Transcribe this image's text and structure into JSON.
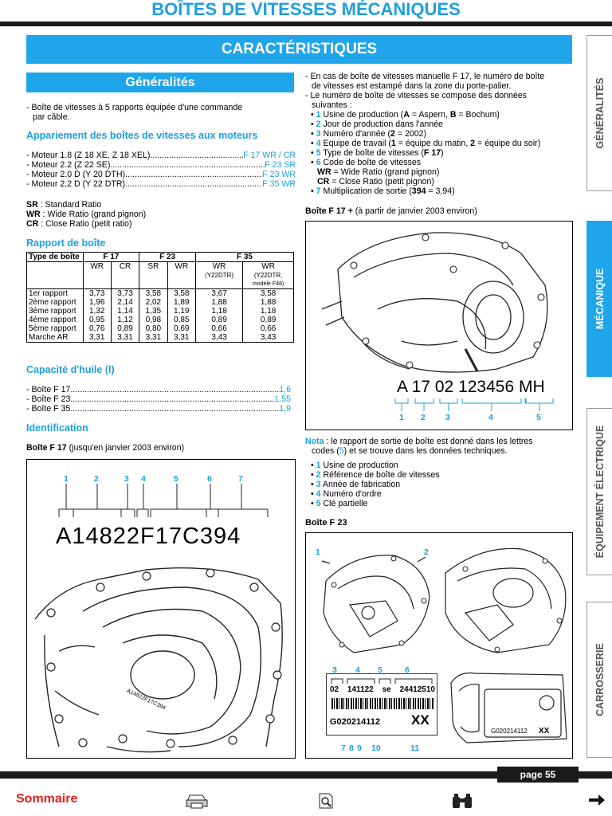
{
  "header": {
    "title": "BOÎTES DE VITESSES MÉCANIQUES",
    "banner": "CARACTÉRISTIQUES"
  },
  "left": {
    "generalites_title": "Généralités",
    "generalites_lines": [
      "- Boîte de vitesses à 5 rapports équipée d'une commande",
      "  par câble."
    ],
    "appariement_title": "Appariement des boîtes de vitesses aux moteurs",
    "moteurs": [
      {
        "label": "- Moteur 1.8 (Z 18 XE, Z 18 XEL)",
        "value": "F 17 WR / CR"
      },
      {
        "label": "- Moteur 2.2 (Z 22 SE)",
        "value": "F 23 SR"
      },
      {
        "label": "- Moteur 2.0 D (Y 20 DTH)",
        "value": "F 23 WR"
      },
      {
        "label": "- Moteur 2,2 D (Y 22 DTR)",
        "value": "F 35 WR"
      }
    ],
    "legend": [
      {
        "key": "SR",
        "text": " : Standard Ratio"
      },
      {
        "key": "WR",
        "text": " : Wide Ratio (grand pignon)"
      },
      {
        "key": "CR",
        "text": " : Close Ratio (petit ratio)"
      }
    ],
    "rapport_title": "Rapport de boîte",
    "table": {
      "h1": [
        "Type de boîte",
        "F 17",
        "F 23",
        "F 35"
      ],
      "h2": [
        "",
        "WR",
        "CR",
        "SR",
        "WR",
        "WR",
        "WR"
      ],
      "h2sub": [
        "",
        "",
        "",
        "",
        "",
        "(Y22DTR)",
        "(Y22DTR,"
      ],
      "h2sub2": [
        "",
        "",
        "",
        "",
        "",
        "",
        "modèle F48)"
      ],
      "rows": [
        [
          "1er rapport",
          "3,73",
          "3,73",
          "3,58",
          "3,58",
          "3,67",
          "3,58"
        ],
        [
          "2ème rapport",
          "1,96",
          "2,14",
          "2,02",
          "1,89",
          "1,88",
          "1,88"
        ],
        [
          "3ème rapport",
          "1,32",
          "1,14",
          "1,35",
          "1,19",
          "1,18",
          "1,18"
        ],
        [
          "4ème rapport",
          "0,95",
          "1,12",
          "0,98",
          "0,85",
          "0,89",
          "0,89"
        ],
        [
          "5ème rapport",
          "0,76",
          "0,89",
          "0,80",
          "0,69",
          "0,66",
          "0,66"
        ],
        [
          "Marche AR",
          "3,31",
          "3,31",
          "3,31",
          "3,31",
          "3,43",
          "3,43"
        ]
      ]
    },
    "huile_title": "Capacité d'huile (l)",
    "huile": [
      {
        "label": "- Boîte F 17",
        "value": "1,6"
      },
      {
        "label": "- Boîte F 23",
        "value": "1,55"
      },
      {
        "label": "- Boîte F 35",
        "value": "1,9"
      }
    ],
    "identification_title": "Identification",
    "boite_f17_caption_bold": "Boîte F 17",
    "boite_f17_caption": " (jusqu'en janvier 2003 environ)",
    "f17_numbers": [
      "1",
      "2",
      "3",
      "4",
      "5",
      "6",
      "7"
    ],
    "f17_code": "A14822F17C394",
    "f17_stamp": "A14822F17C394"
  },
  "right": {
    "intro": [
      "- En cas de boîte de vitesses manuelle F 17, le numéro de boîte",
      "  de vitesses est estampé dans la zone du porte-palier.",
      "- Le numéro de boîte de vitesses se compose des données",
      "  suivantes :"
    ],
    "items": [
      {
        "n": "1",
        "pre": " Usine de production (",
        "b1": "A",
        "mid": " = Aspern, ",
        "b2": "B",
        "post": " = Bochum)"
      },
      {
        "n": "2",
        "pre": " Jour de production dans l'année",
        "b1": "",
        "mid": "",
        "b2": "",
        "post": ""
      },
      {
        "n": "3",
        "pre": " Numéro d'année (",
        "b1": "2",
        "mid": " = 2002)",
        "b2": "",
        "post": ""
      },
      {
        "n": "4",
        "pre": " Equipe de travail (",
        "b1": "1",
        "mid": " = équipe du matin, ",
        "b2": "2",
        "post": " = équipe du soir)"
      },
      {
        "n": "5",
        "pre": " Type de boîte de vitesses (",
        "b1": "F 17",
        "mid": ")",
        "b2": "",
        "post": ""
      },
      {
        "n": "6",
        "pre": " Code de boîte de vitesses",
        "b1": "",
        "mid": "",
        "b2": "",
        "post": ""
      }
    ],
    "codes": [
      {
        "key": "WR",
        "text": " = Wide Ratio (grand pignon)"
      },
      {
        "key": "CR",
        "text": " = Close Ratio (petit pignon)"
      }
    ],
    "item7": {
      "n": "7",
      "pre": " Multiplication de sortie (",
      "b1": "394",
      "post": " = 3,94)"
    },
    "f17plus_bold": "Boîte F 17 +",
    "f17plus_caption": " (à partir de janvier 2003 environ)",
    "f17plus_code": "A 17 02 123456 MH",
    "f17plus_numbers": [
      "1",
      "2",
      "3",
      "4",
      "5"
    ],
    "nota_label": "Nota",
    "nota_text_a": " : le rapport de sortie de boîte est donné dans les lettres",
    "nota_text_b_pre": "codes (",
    "nota_text_b_num": "5",
    "nota_text_b_post": ") et se trouve dans les données techniques.",
    "nota_items": [
      {
        "n": "1",
        "t": " Usine de production"
      },
      {
        "n": "2",
        "t": " Référence de boîte de vitesses"
      },
      {
        "n": "3",
        "t": " Année de fabrication"
      },
      {
        "n": "4",
        "t": " Numéro d'ordre"
      },
      {
        "n": "5",
        "t": " Clé partielle"
      }
    ],
    "f23_title": "Boîte F 23",
    "f23_callouts": [
      "1",
      "2"
    ],
    "f23_top_numbers": [
      "3",
      "4",
      "5",
      "6"
    ],
    "f23_label_top": [
      "02",
      "141122",
      "se",
      "24412510"
    ],
    "f23_label_bottom": "G020214112",
    "f23_xx": "XX",
    "f23_bottom_numbers": [
      "7",
      "8",
      "9",
      "10",
      "11"
    ],
    "f23_small_label": "G020214112",
    "f23_small_xx": "XX"
  },
  "tabs": [
    "GÉNÉRALITÉS",
    "MÉCANIQUE",
    "ÉQUIPEMENT ÉLECTRIQUE",
    "CARROSSERIE"
  ],
  "footer": {
    "page": "page 55",
    "sommaire": "Sommaire"
  },
  "colors": {
    "accent": "#1fa6ea",
    "accent_text": "#1d9fe0",
    "sommaire": "#e3201b"
  }
}
